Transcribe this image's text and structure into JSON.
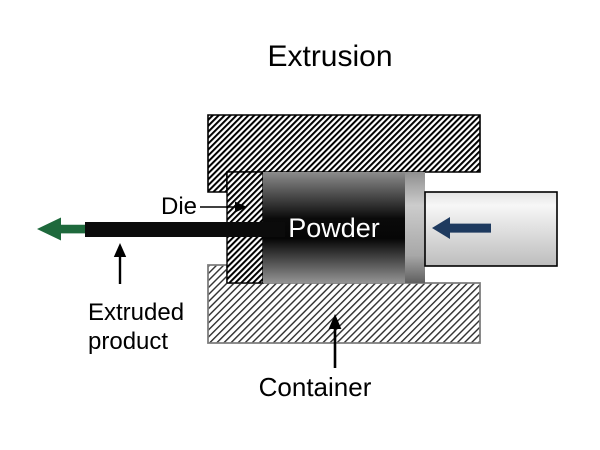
{
  "title": "Extrusion",
  "labels": {
    "die": "Die",
    "powder": "Powder",
    "extruded_line1": "Extruded",
    "extruded_line2": "product",
    "container": "Container"
  },
  "colors": {
    "extrusion_arrow_green": "#1e693c",
    "force_arrow_navy": "#1e3a5f",
    "rod_black": "#0b0b0b",
    "hatch_ink": "#000000",
    "background": "#ffffff"
  }
}
